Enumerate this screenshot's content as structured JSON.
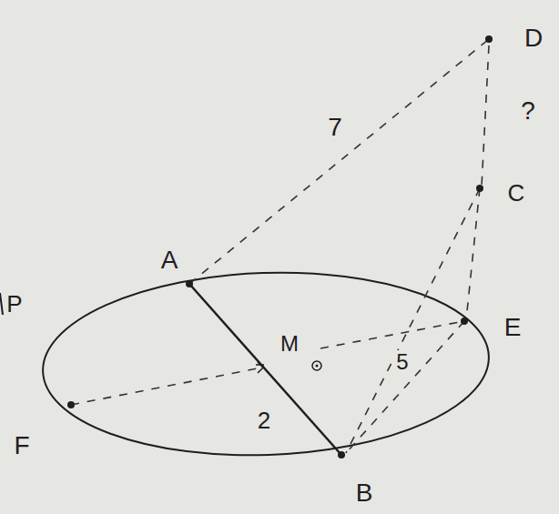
{
  "diagram": {
    "labels": [
      "D",
      "?",
      "7",
      "C",
      "A",
      "P",
      "E",
      "M",
      "5",
      "F",
      "2",
      "B"
    ]
  }
}
